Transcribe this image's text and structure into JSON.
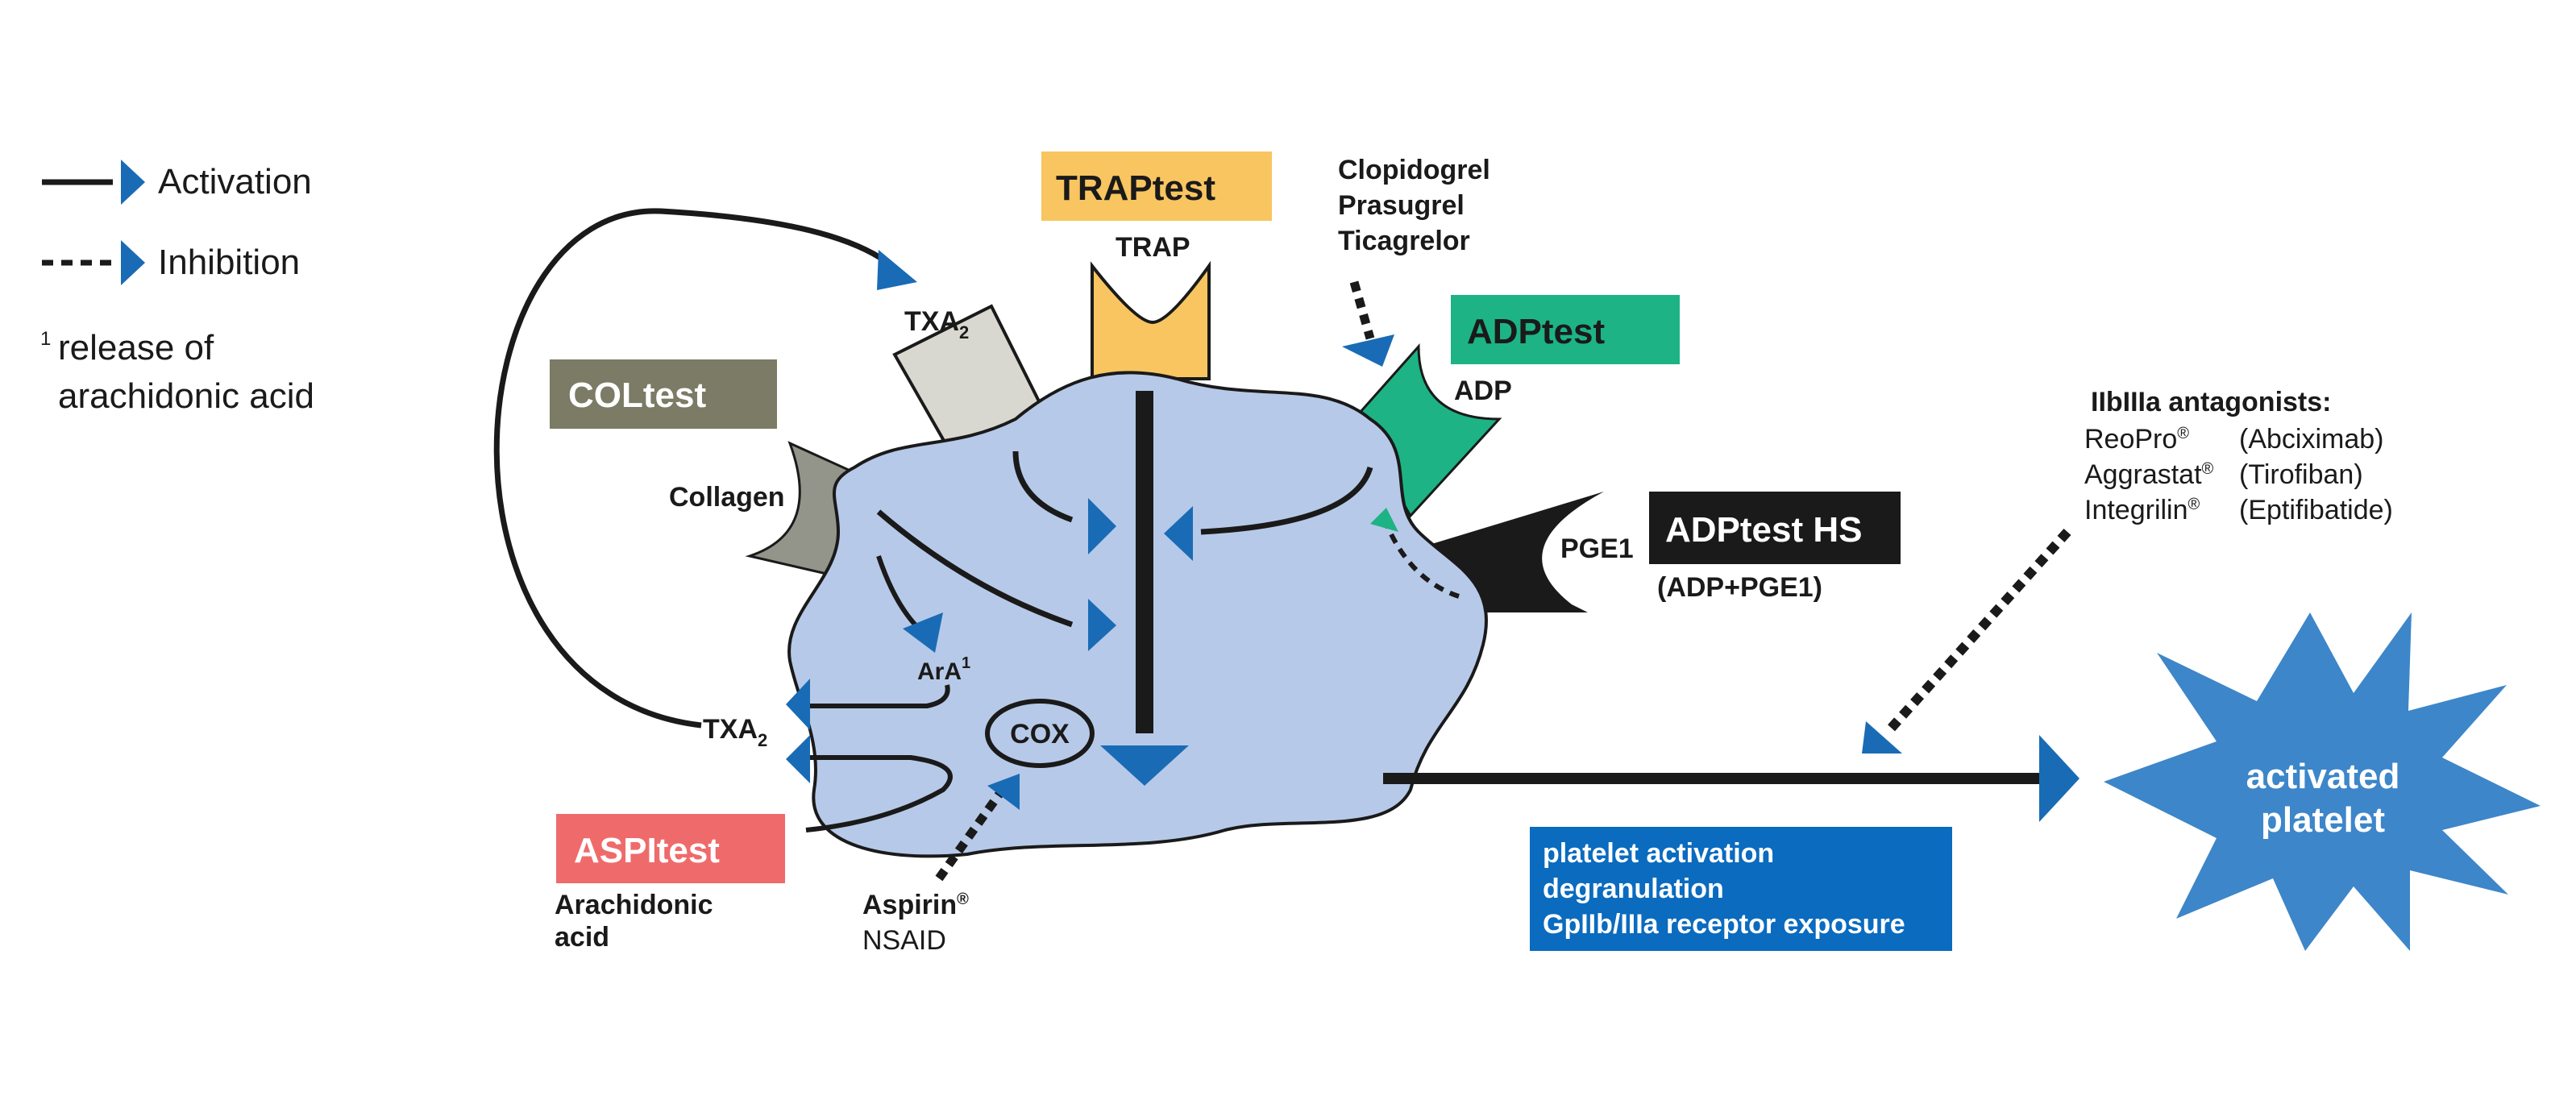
{
  "colors": {
    "platelet_fill": "#b7c9e8",
    "platelet_stroke": "#1a1a1a",
    "arrow_blue": "#1a6bb5",
    "coltest": "#7b7b66",
    "traptest": "#f8c560",
    "adptest": "#1db385",
    "adptest_hs": "#1a1a1a",
    "aspitest": "#ef6b6b",
    "info_box": "#0a6bbf",
    "activated": "#3d86c9",
    "receptor_gray": "#d8d8d0",
    "receptor_collagen": "#93958a",
    "receptor_trap": "#f8c560",
    "receptor_adp": "#1db385"
  },
  "legend": {
    "activation": "Activation",
    "inhibition": "Inhibition",
    "footnote_mark": "1",
    "footnote_line1": "release of",
    "footnote_line2": "arachidonic acid"
  },
  "tests": {
    "coltest": "COLtest",
    "traptest": "TRAPtest",
    "adptest": "ADPtest",
    "adptest_hs": "ADPtest HS",
    "adptest_hs_sub": "(ADP+PGE1)",
    "aspitest": "ASPItest"
  },
  "labels": {
    "txa2_top": "TXA",
    "txa2_top_sub": "2",
    "trap": "TRAP",
    "clopidogrel": "Clopidogrel",
    "prasugrel": "Prasugrel",
    "ticagrelor": "Ticagrelor",
    "adp": "ADP",
    "collagen": "Collagen",
    "pge1": "PGE1",
    "ara": "ArA",
    "ara_sup": "1",
    "txa2_left": "TXA",
    "txa2_left_sub": "2",
    "cox": "COX",
    "arachidonic_line1": "Arachidonic",
    "arachidonic_line2": "acid",
    "aspirin": "Aspirin",
    "aspirin_reg": "®",
    "nsaid": "NSAID"
  },
  "antagonists": {
    "title": "IIbIIIa antagonists:",
    "items": [
      {
        "brand": "ReoPro",
        "reg": "®",
        "generic": "(Abciximab)"
      },
      {
        "brand": "Aggrastat",
        "reg": "®",
        "generic": "(Tirofiban)"
      },
      {
        "brand": "Integrilin",
        "reg": "®",
        "generic": "(Eptifibatide)"
      }
    ]
  },
  "info_box": {
    "line1": "platelet activation",
    "line2": "degranulation",
    "line3": "GpIIb/IIIa receptor exposure"
  },
  "activated": {
    "line1": "activated",
    "line2": "platelet"
  }
}
